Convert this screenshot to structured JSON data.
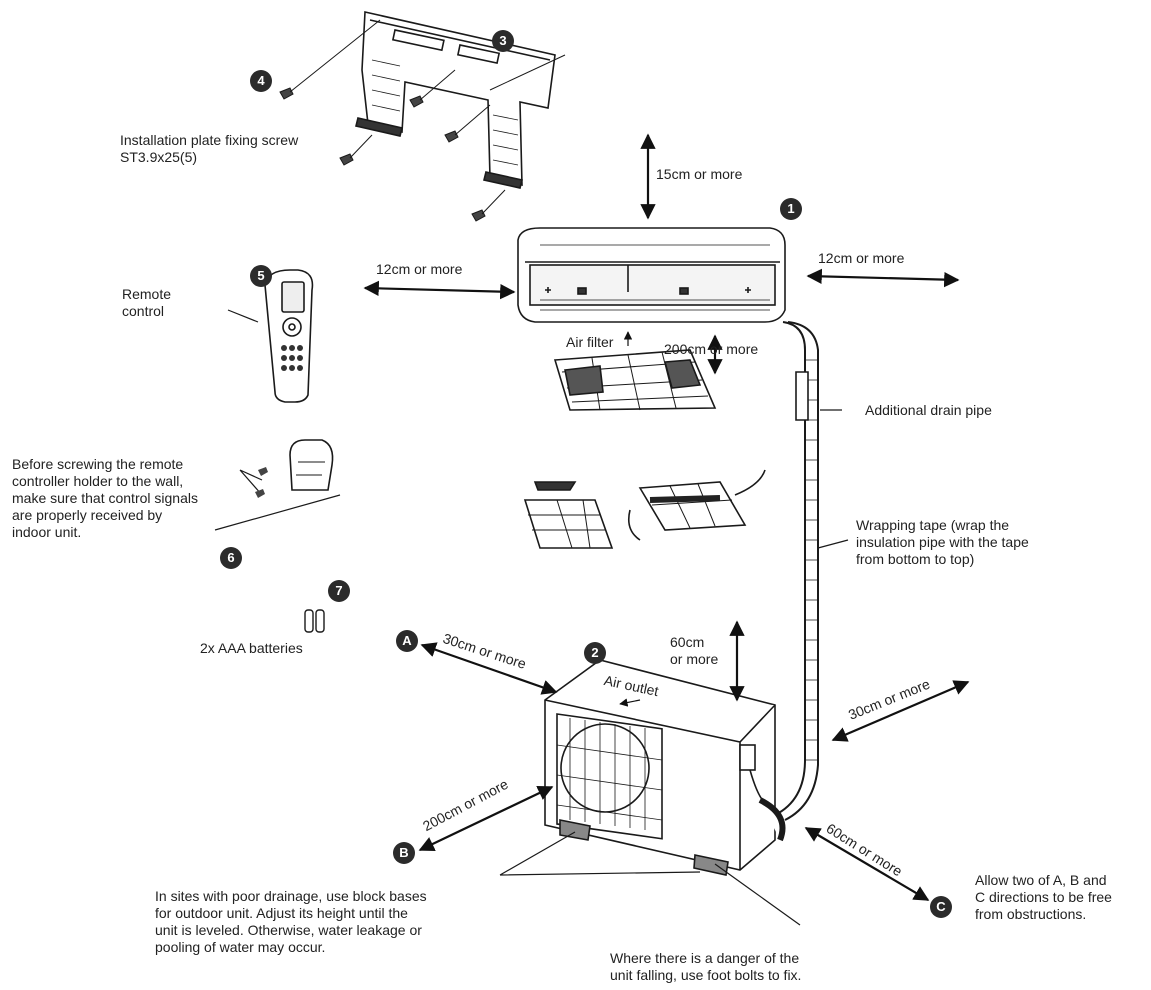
{
  "badges": {
    "n1": "1",
    "n2": "2",
    "n3": "3",
    "n4": "4",
    "n5": "5",
    "n6": "6",
    "n7": "7",
    "a": "A",
    "b": "B",
    "c": "C"
  },
  "labels": {
    "install_plate_screw": "Installation plate fixing screw\nST3.9x25(5)",
    "top_clearance": "15cm or more",
    "left_clearance": "12cm or more",
    "right_clearance": "12cm or more",
    "remote_control": "Remote\ncontrol",
    "air_filter": "Air filter",
    "floor_clearance": "200cm or more",
    "additional_drain_pipe": "Additional drain pipe",
    "holder_note": "Before screwing the remote\ncontroller holder to the wall,\nmake sure that control signals\nare properly received by\nindoor unit.",
    "wrapping_tape": "Wrapping tape (wrap the\ninsulation pipe with the tape\nfrom bottom to top)",
    "batteries": "2x AAA batteries",
    "outdoor_a": "30cm or more",
    "outdoor_top": "60cm\nor more",
    "air_outlet": "Air outlet",
    "outdoor_side": "30cm or more",
    "outdoor_b": "200cm or more",
    "outdoor_c": "60cm or more",
    "abc_note": "Allow two of A, B and\nC directions to be free\nfrom obstructions.",
    "drainage_note": "In sites with poor drainage, use block bases\nfor outdoor unit. Adjust its height until the\nunit is leveled. Otherwise, water leakage or\npooling of water may occur.",
    "foot_bolts_note": "Where there is a danger of the\nunit falling, use foot bolts to fix."
  }
}
